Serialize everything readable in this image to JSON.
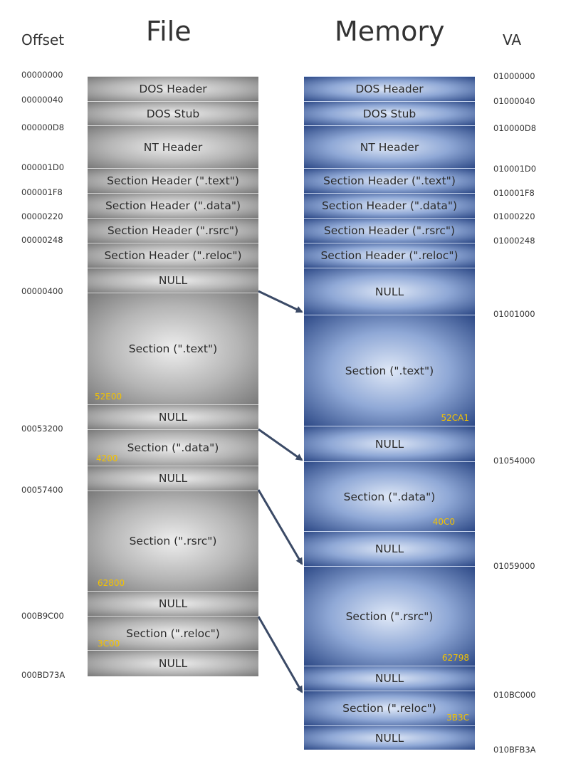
{
  "titles": {
    "offset": "Offset",
    "file": "File",
    "memory": "Memory",
    "va": "VA"
  },
  "colors": {
    "size_label": "#f3c200",
    "arrow": "#3b4a66",
    "file_block": "#9a9a9a",
    "memory_block": "#3a5a9a"
  },
  "file_blocks": [
    {
      "label": "DOS Header"
    },
    {
      "label": "DOS Stub"
    },
    {
      "label": "NT Header"
    },
    {
      "label": "Section Header (\".text\")"
    },
    {
      "label": "Section Header (\".data\")"
    },
    {
      "label": "Section Header (\".rsrc\")"
    },
    {
      "label": "Section Header (\".reloc\")"
    },
    {
      "label": "NULL"
    },
    {
      "label": "Section (\".text\")",
      "size": "52E00"
    },
    {
      "label": "NULL"
    },
    {
      "label": "Section (\".data\")",
      "size": "4200"
    },
    {
      "label": "NULL"
    },
    {
      "label": "Section (\".rsrc\")",
      "size": "62800"
    },
    {
      "label": "NULL"
    },
    {
      "label": "Section (\".reloc\")",
      "size": "3C00"
    },
    {
      "label": "NULL"
    }
  ],
  "memory_blocks": [
    {
      "label": "DOS Header"
    },
    {
      "label": "DOS Stub"
    },
    {
      "label": "NT Header"
    },
    {
      "label": "Section Header (\".text\")"
    },
    {
      "label": "Section Header (\".data\")"
    },
    {
      "label": "Section Header (\".rsrc\")"
    },
    {
      "label": "Section Header (\".reloc\")"
    },
    {
      "label": "NULL"
    },
    {
      "label": "Section (\".text\")",
      "size": "52CA1"
    },
    {
      "label": "NULL"
    },
    {
      "label": "Section (\".data\")",
      "size": "40C0"
    },
    {
      "label": "NULL"
    },
    {
      "label": "Section (\".rsrc\")",
      "size": "62798"
    },
    {
      "label": "NULL"
    },
    {
      "label": "Section (\".reloc\")",
      "size": "3B3C"
    },
    {
      "label": "NULL"
    }
  ],
  "offsets": [
    "00000000",
    "00000040",
    "000000D8",
    "000001D0",
    "000001F8",
    "00000220",
    "00000248",
    "00000400",
    "00053200",
    "00057400",
    "000B9C00",
    "000BD73A"
  ],
  "vas": [
    "01000000",
    "01000040",
    "010000D8",
    "010001D0",
    "010001F8",
    "01000220",
    "01000248",
    "01001000",
    "01054000",
    "01059000",
    "010BC000",
    "010BFB3A"
  ],
  "arrows": [
    {
      "from": "Section (\".text\")",
      "to": "Section (\".text\")"
    },
    {
      "from": "Section (\".data\")",
      "to": "Section (\".data\")"
    },
    {
      "from": "Section (\".rsrc\")",
      "to": "Section (\".rsrc\")"
    },
    {
      "from": "Section (\".reloc\")",
      "to": "Section (\".reloc\")"
    }
  ]
}
